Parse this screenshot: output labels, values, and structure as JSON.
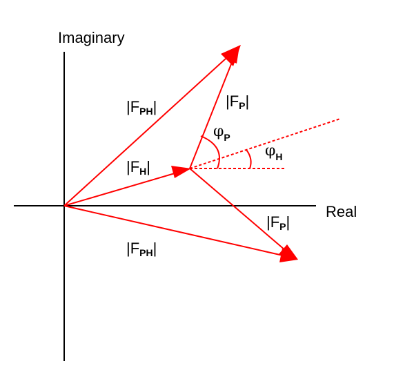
{
  "colors": {
    "axis": "#000000",
    "vector": "#ff0000"
  },
  "axes": {
    "x_label": "Real",
    "y_label": "Imaginary"
  },
  "labels": {
    "fph_upper": {
      "bar_l": "|",
      "main": "F",
      "sub": "PH",
      "bar_r": "|"
    },
    "fp_upper": {
      "bar_l": "|",
      "main": "F",
      "sub": "P",
      "bar_r": "|"
    },
    "fh": {
      "bar_l": "|",
      "main": "F",
      "sub": "H",
      "bar_r": "|"
    },
    "fp_lower": {
      "bar_l": "|",
      "main": "F",
      "sub": "P",
      "bar_r": "|"
    },
    "fph_lower": {
      "bar_l": "|",
      "main": "F",
      "sub": "PH",
      "bar_r": "|"
    },
    "phi_p": {
      "main": "φ",
      "sub": "P"
    },
    "phi_h": {
      "main": "φ",
      "sub": "H"
    }
  }
}
